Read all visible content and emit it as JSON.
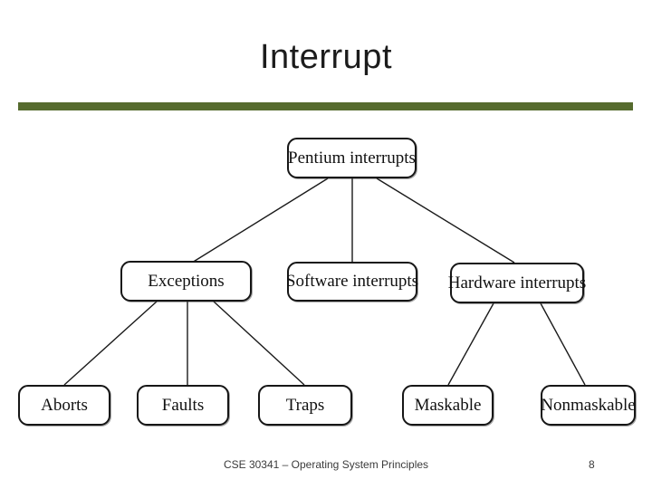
{
  "slide": {
    "title": "Interrupt",
    "accent_color": "#566b2e",
    "footer": "CSE 30341 – Operating System Principles",
    "page_number": "8"
  },
  "diagram": {
    "type": "tree",
    "nodes": {
      "pentium": {
        "label": "Pentium interrupts"
      },
      "exceptions": {
        "label": "Exceptions"
      },
      "software": {
        "label": "Software interrupts"
      },
      "hardware": {
        "label": "Hardware interrupts"
      },
      "aborts": {
        "label": "Aborts"
      },
      "faults": {
        "label": "Faults"
      },
      "traps": {
        "label": "Traps"
      },
      "maskable": {
        "label": "Maskable"
      },
      "nonmaskable": {
        "label": "Nonmaskable"
      }
    },
    "edges": [
      [
        "pentium",
        "exceptions"
      ],
      [
        "pentium",
        "software"
      ],
      [
        "pentium",
        "hardware"
      ],
      [
        "exceptions",
        "aborts"
      ],
      [
        "exceptions",
        "faults"
      ],
      [
        "exceptions",
        "traps"
      ],
      [
        "hardware",
        "maskable"
      ],
      [
        "hardware",
        "nonmaskable"
      ]
    ]
  }
}
